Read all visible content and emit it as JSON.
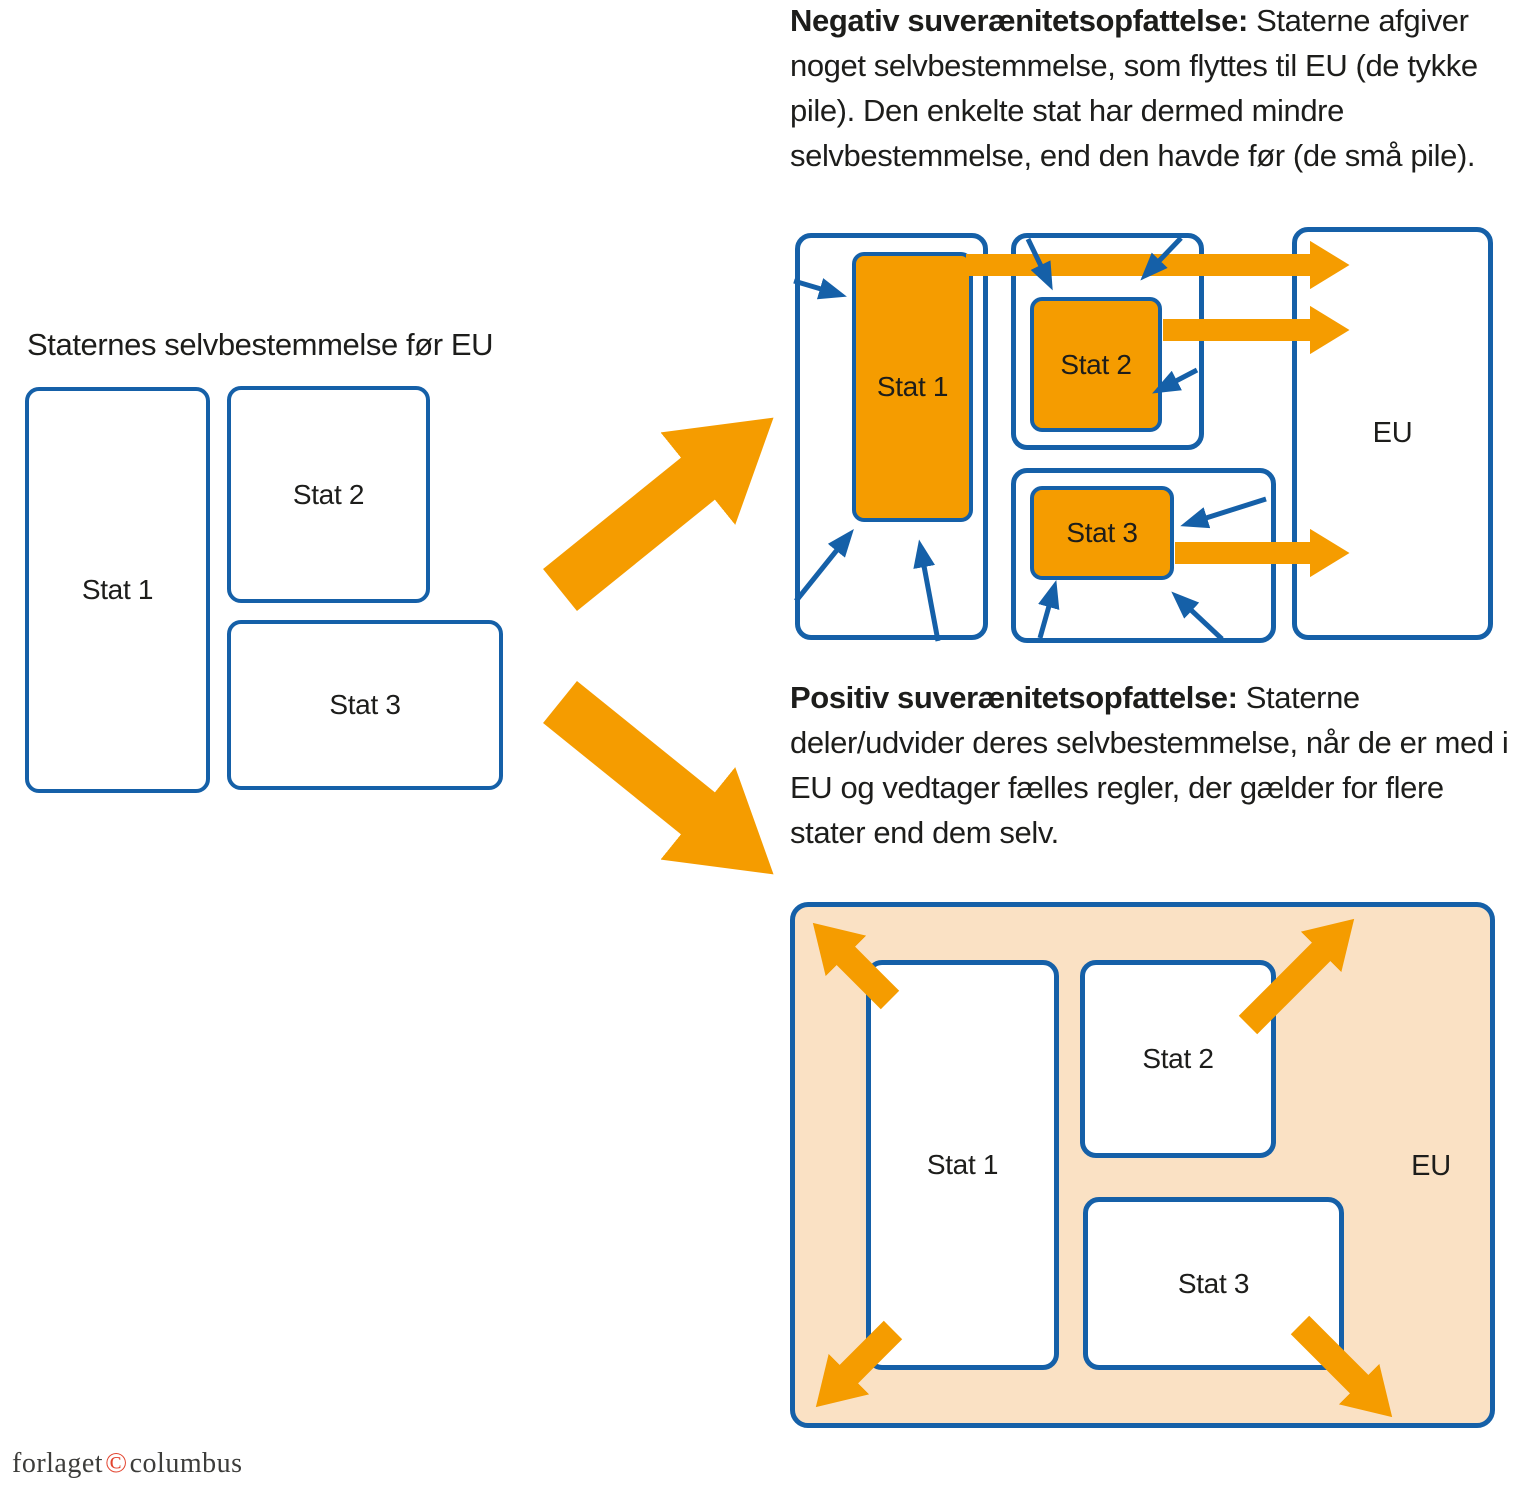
{
  "colors": {
    "blue": "#1560a8",
    "orange": "#f59c00",
    "peach": "#fae1c4",
    "text": "#1d1d1b",
    "logo_red": "#e2432e",
    "logo_text": "#3d3d3b"
  },
  "before": {
    "title": "Staternes selvbestemmelse før EU",
    "stats": [
      "Stat 1",
      "Stat 2",
      "Stat 3"
    ]
  },
  "negative": {
    "heading": "Negativ suverænitetsopfattelse:",
    "body": " Staterne afgiver noget selvbestemmelse, som flyttes til EU (de tykke pile). Den enkelte stat har dermed mindre selvbestemmelse, end den havde før (de små pile).",
    "stats": [
      "Stat 1",
      "Stat 2",
      "Stat 3"
    ],
    "eu": "EU"
  },
  "positive": {
    "heading": "Positiv suverænitetsopfattelse:",
    "body": " Staterne deler/udvider deres selvbestemmelse, når de er med i EU og vedtager fælles regler, der gælder for flere stater end dem selv.",
    "stats": [
      "Stat 1",
      "Stat 2",
      "Stat 3"
    ],
    "eu": "EU"
  },
  "footer": {
    "publisher": "forlaget",
    "copyright": "©",
    "name": "columbus"
  }
}
